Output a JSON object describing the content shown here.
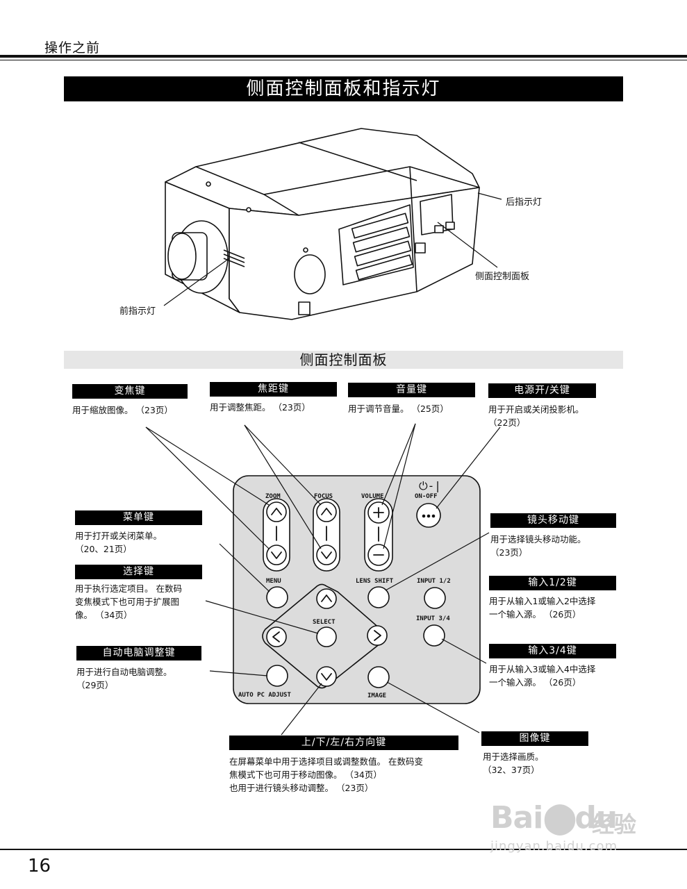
{
  "header": {
    "section": "操作之前"
  },
  "title": "侧面控制面板和指示灯",
  "callouts": {
    "rear_indicator": "后指示灯",
    "side_panel": "侧面控制面板",
    "front_indicator": "前指示灯"
  },
  "subtitle": "侧面控制面板",
  "keys": [
    {
      "id": "zoom",
      "label": "变焦键",
      "desc": [
        "用于缩放图像。 （23页）"
      ]
    },
    {
      "id": "focus",
      "label": "焦距键",
      "desc": [
        "用于调整焦距。 （23页）"
      ]
    },
    {
      "id": "volume",
      "label": "音量键",
      "desc": [
        "用于调节音量。 （25页）"
      ]
    },
    {
      "id": "power",
      "label": "电源开/关键",
      "desc": [
        "用于开启或关闭投影机。",
        "（22页）"
      ]
    },
    {
      "id": "menu",
      "label": "菜单键",
      "desc": [
        "用于打开或关闭菜单。",
        "（20、21页）"
      ]
    },
    {
      "id": "select",
      "label": "选择键",
      "desc": [
        "用于执行选定项目。 在数码",
        "变焦模式下也可用于扩展图",
        "像。 （34页）"
      ]
    },
    {
      "id": "auto_pc",
      "label": "自动电脑调整键",
      "desc": [
        "用于进行自动电脑调整。",
        "（29页）"
      ]
    },
    {
      "id": "lens_shift",
      "label": "镜头移动键",
      "desc": [
        "用于选择镜头移动功能。",
        "（23页）"
      ]
    },
    {
      "id": "input12",
      "label": "输入1/2键",
      "desc": [
        "用于从输入1或输入2中选择",
        "一个输入源。 （26页）"
      ]
    },
    {
      "id": "input34",
      "label": "输入3/4键",
      "desc": [
        "用于从输入3或输入4中选择",
        "一个输入源。 （26页）"
      ]
    },
    {
      "id": "arrows",
      "label": "上/下/左/右方向键",
      "desc": [
        "在屏幕菜单中用于选择项目或调整数值。 在数码变",
        "焦模式下也可用于移动图像。 （34页）",
        "也用于进行镜头移动调整。 （23页）"
      ]
    },
    {
      "id": "image",
      "label": "图像键",
      "desc": [
        "用于选择画质。",
        "（32、37页）"
      ]
    }
  ],
  "panel": {
    "zoom": "ZOOM",
    "focus": "FOCUS",
    "volume": "VOLUME",
    "on_off": "ON-OFF",
    "power_symbol": "⏻-|",
    "menu": "MENU",
    "lens_shift": "LENS SHIFT",
    "input12": "INPUT 1/2",
    "select": "SELECT",
    "input34": "INPUT 3/4",
    "auto_pc": "AUTO  PC ADJUST",
    "image": "IMAGE"
  },
  "page_number": "16",
  "watermark": {
    "brand": "Bai",
    "brand2": "du",
    "cn": "经验",
    "url": "jingyan.baidu.com"
  }
}
